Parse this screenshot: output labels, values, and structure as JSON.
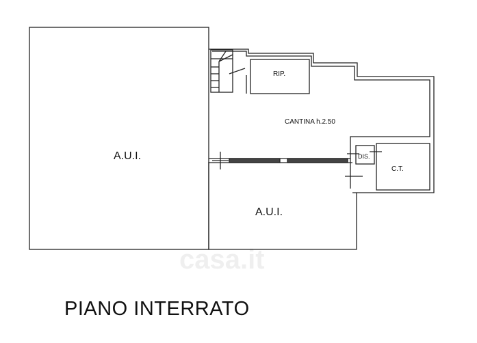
{
  "plan": {
    "title": "PIANO INTERRATO",
    "watermark": "casa.it",
    "rooms": {
      "aui_left": "A.U.I.",
      "aui_right": "A.U.I.",
      "cantina": "CANTINA h.2.50",
      "rip": "RIP.",
      "dis": "DIS.",
      "ct": "C.T."
    }
  }
}
